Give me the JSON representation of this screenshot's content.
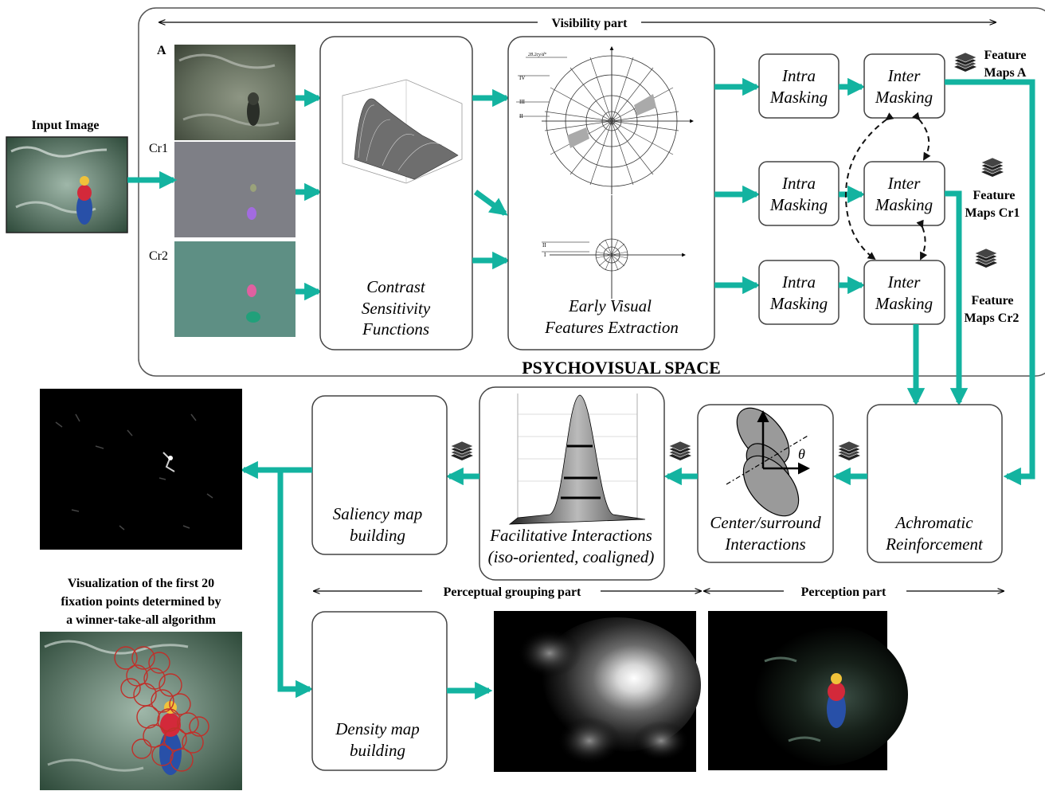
{
  "parts": {
    "visibility": "Visibility part",
    "perceptual_grouping": "Perceptual grouping part",
    "perception": "Perception part"
  },
  "space_title": "PSYCHOVISUAL SPACE",
  "input": {
    "label": "Input Image",
    "channels": [
      "A",
      "Cr1",
      "Cr2"
    ]
  },
  "blocks": {
    "csf": [
      "Contrast",
      "Sensitivity",
      "Functions"
    ],
    "evfe": [
      "Early Visual",
      "Features Extraction"
    ],
    "intra": [
      "Intra",
      "Masking"
    ],
    "inter": [
      "Inter",
      "Masking"
    ],
    "achromatic": [
      "Achromatic",
      "Reinforcement"
    ],
    "center_surround": [
      "Center/surround",
      "Interactions"
    ],
    "facilitative": [
      "Facilitative Interactions",
      "(iso-oriented, coaligned)"
    ],
    "saliency": [
      "Saliency map",
      "building"
    ],
    "density": [
      "Density map",
      "building"
    ]
  },
  "feature_maps": [
    [
      "Feature",
      "Maps A"
    ],
    [
      "Feature",
      "Maps Cr1"
    ],
    [
      "Feature",
      "Maps Cr2"
    ]
  ],
  "visualization_caption": [
    "Visualization of the first 20",
    "fixation points determined by",
    "a winner-take-all algorithm"
  ],
  "theta_symbol": "θ",
  "colors": {
    "arrow": "#13b3a0",
    "box_border": "#444444",
    "water_dark": "#2e4a3a",
    "water_light": "#9fb7a9",
    "a_channel": "#66705f",
    "cr1_channel": "#7e7f86",
    "cr2_channel": "#5e8f84",
    "fixation_circle": "#c0302a"
  }
}
